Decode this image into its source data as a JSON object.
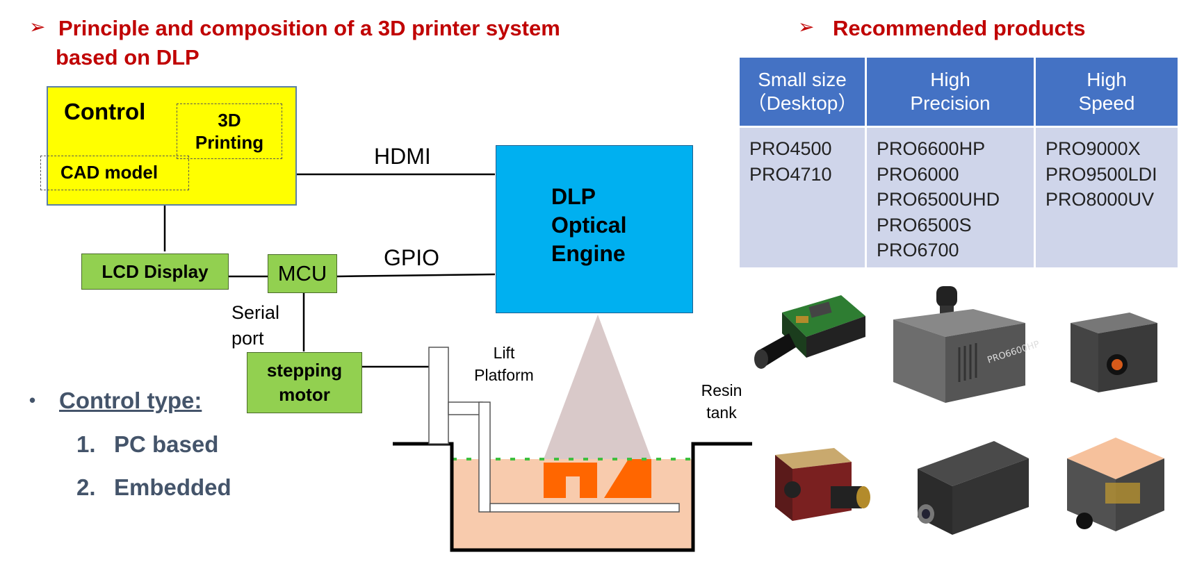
{
  "left_heading": {
    "arrow": "➢",
    "line1": "Principle and composition of a 3D printer system",
    "line2": "based on DLP"
  },
  "right_heading": {
    "arrow": "➢",
    "text": "Recommended products"
  },
  "diagram": {
    "control_label": "Control",
    "printing_label_1": "3D",
    "printing_label_2": "Printing",
    "cad_label": "CAD model",
    "hdmi_label": "HDMI",
    "gpio_label": "GPIO",
    "lcd_label": "LCD Display",
    "mcu_label": "MCU",
    "serial_label_1": "Serial",
    "serial_label_2": "port",
    "stepper_label_1": "stepping",
    "stepper_label_2": "motor",
    "engine_label_1": "DLP",
    "engine_label_2": "Optical",
    "engine_label_3": "Engine",
    "lift_label_1": "Lift",
    "lift_label_2": "Platform",
    "resin_label_1": "Resin",
    "resin_label_2": "tank"
  },
  "control_type": {
    "bullet": "•",
    "title": "Control type:",
    "items": [
      {
        "num": "1.",
        "text": "PC based"
      },
      {
        "num": "2.",
        "text": "Embedded"
      }
    ]
  },
  "products_table": {
    "headers": [
      {
        "line1": "Small size",
        "line2": "（Desktop）"
      },
      {
        "line1": "High",
        "line2": "Precision"
      },
      {
        "line1": "High",
        "line2": "Speed"
      }
    ],
    "columns": [
      [
        "PRO4500",
        "PRO4710"
      ],
      [
        "PRO6600HP",
        "PRO6000",
        "PRO6500UHD",
        "PRO6500S",
        "PRO6700"
      ],
      [
        "PRO9000X",
        "PRO9500LDI",
        "PRO8000UV"
      ]
    ]
  },
  "product_photos": [
    {
      "name": "PRO4500 board engine"
    },
    {
      "name": "PRO6600HP",
      "print": "PRO6600HP"
    },
    {
      "name": "PRO9000X"
    },
    {
      "name": "PRO4710"
    },
    {
      "name": "PRO6500UHD"
    },
    {
      "name": "PRO8000UV"
    }
  ],
  "colors": {
    "heading": "#c00000",
    "control_box": "#ffff00",
    "module_box": "#92d050",
    "engine_box": "#00b0f0",
    "table_header": "#4472c4",
    "table_body": "#cfd5ea",
    "resin": "#f8cbad",
    "print_part": "#ff6600",
    "light_cone": "#d9c9c9"
  }
}
